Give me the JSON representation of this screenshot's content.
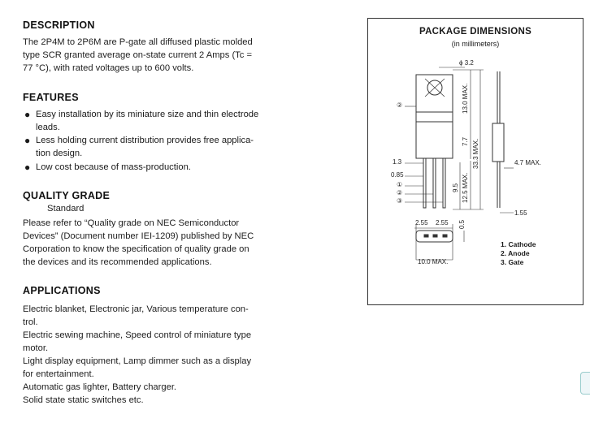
{
  "description": {
    "heading": "DESCRIPTION",
    "lines": [
      "The 2P4M to 2P6M are P-gate all diffused plastic molded",
      "type SCR granted average on-state current 2 Amps (Tc =",
      "77 °C), with rated voltages up to 600 volts."
    ]
  },
  "features": {
    "heading": "FEATURES",
    "items": [
      [
        "Easy installation by its miniature size and thin electrode",
        "leads."
      ],
      [
        "Less holding current distribution provides free applica-",
        "tion design."
      ],
      [
        "Low cost because of mass-production."
      ]
    ]
  },
  "quality": {
    "heading": "QUALITY GRADE",
    "grade": "Standard",
    "lines": [
      "Please refer to “Quality grade on NEC Semiconductor",
      "Devices” (Document number IEI-1209) published by NEC",
      "Corporation to know the specification of quality grade on",
      "the devices and its recommended applications."
    ]
  },
  "applications": {
    "heading": "APPLICATIONS",
    "lines": [
      "Electric blanket, Electronic jar, Various temperature con-",
      "trol.",
      "Electric sewing machine, Speed control of miniature type",
      "motor.",
      "Light display equipment, Lamp dimmer such as a display",
      "for entertainment.",
      "Automatic gas lighter, Battery charger.",
      "Solid state static switches etc."
    ]
  },
  "package": {
    "title": "PACKAGE DIMENSIONS",
    "subtitle": "(in millimeters)",
    "dims": {
      "phi": "ϕ 3.2",
      "d13max": "13.0 MAX.",
      "d77": "7.7",
      "d333": "33.3 MAX.",
      "d125": "12.5 MAX.",
      "d95": "9.5",
      "d05": "0.5",
      "d13": "1.3",
      "d085": "0.85",
      "d255a": "2.55",
      "d255b": "2.55",
      "d47": "4.7 MAX.",
      "d155": "1.55",
      "d10max": "10.0 MAX.",
      "c1": "①",
      "c2": "②",
      "c3": "③",
      "c2tab": "②"
    },
    "pins": [
      "1.  Cathode",
      "2.  Anode",
      "3.  Gate"
    ]
  }
}
